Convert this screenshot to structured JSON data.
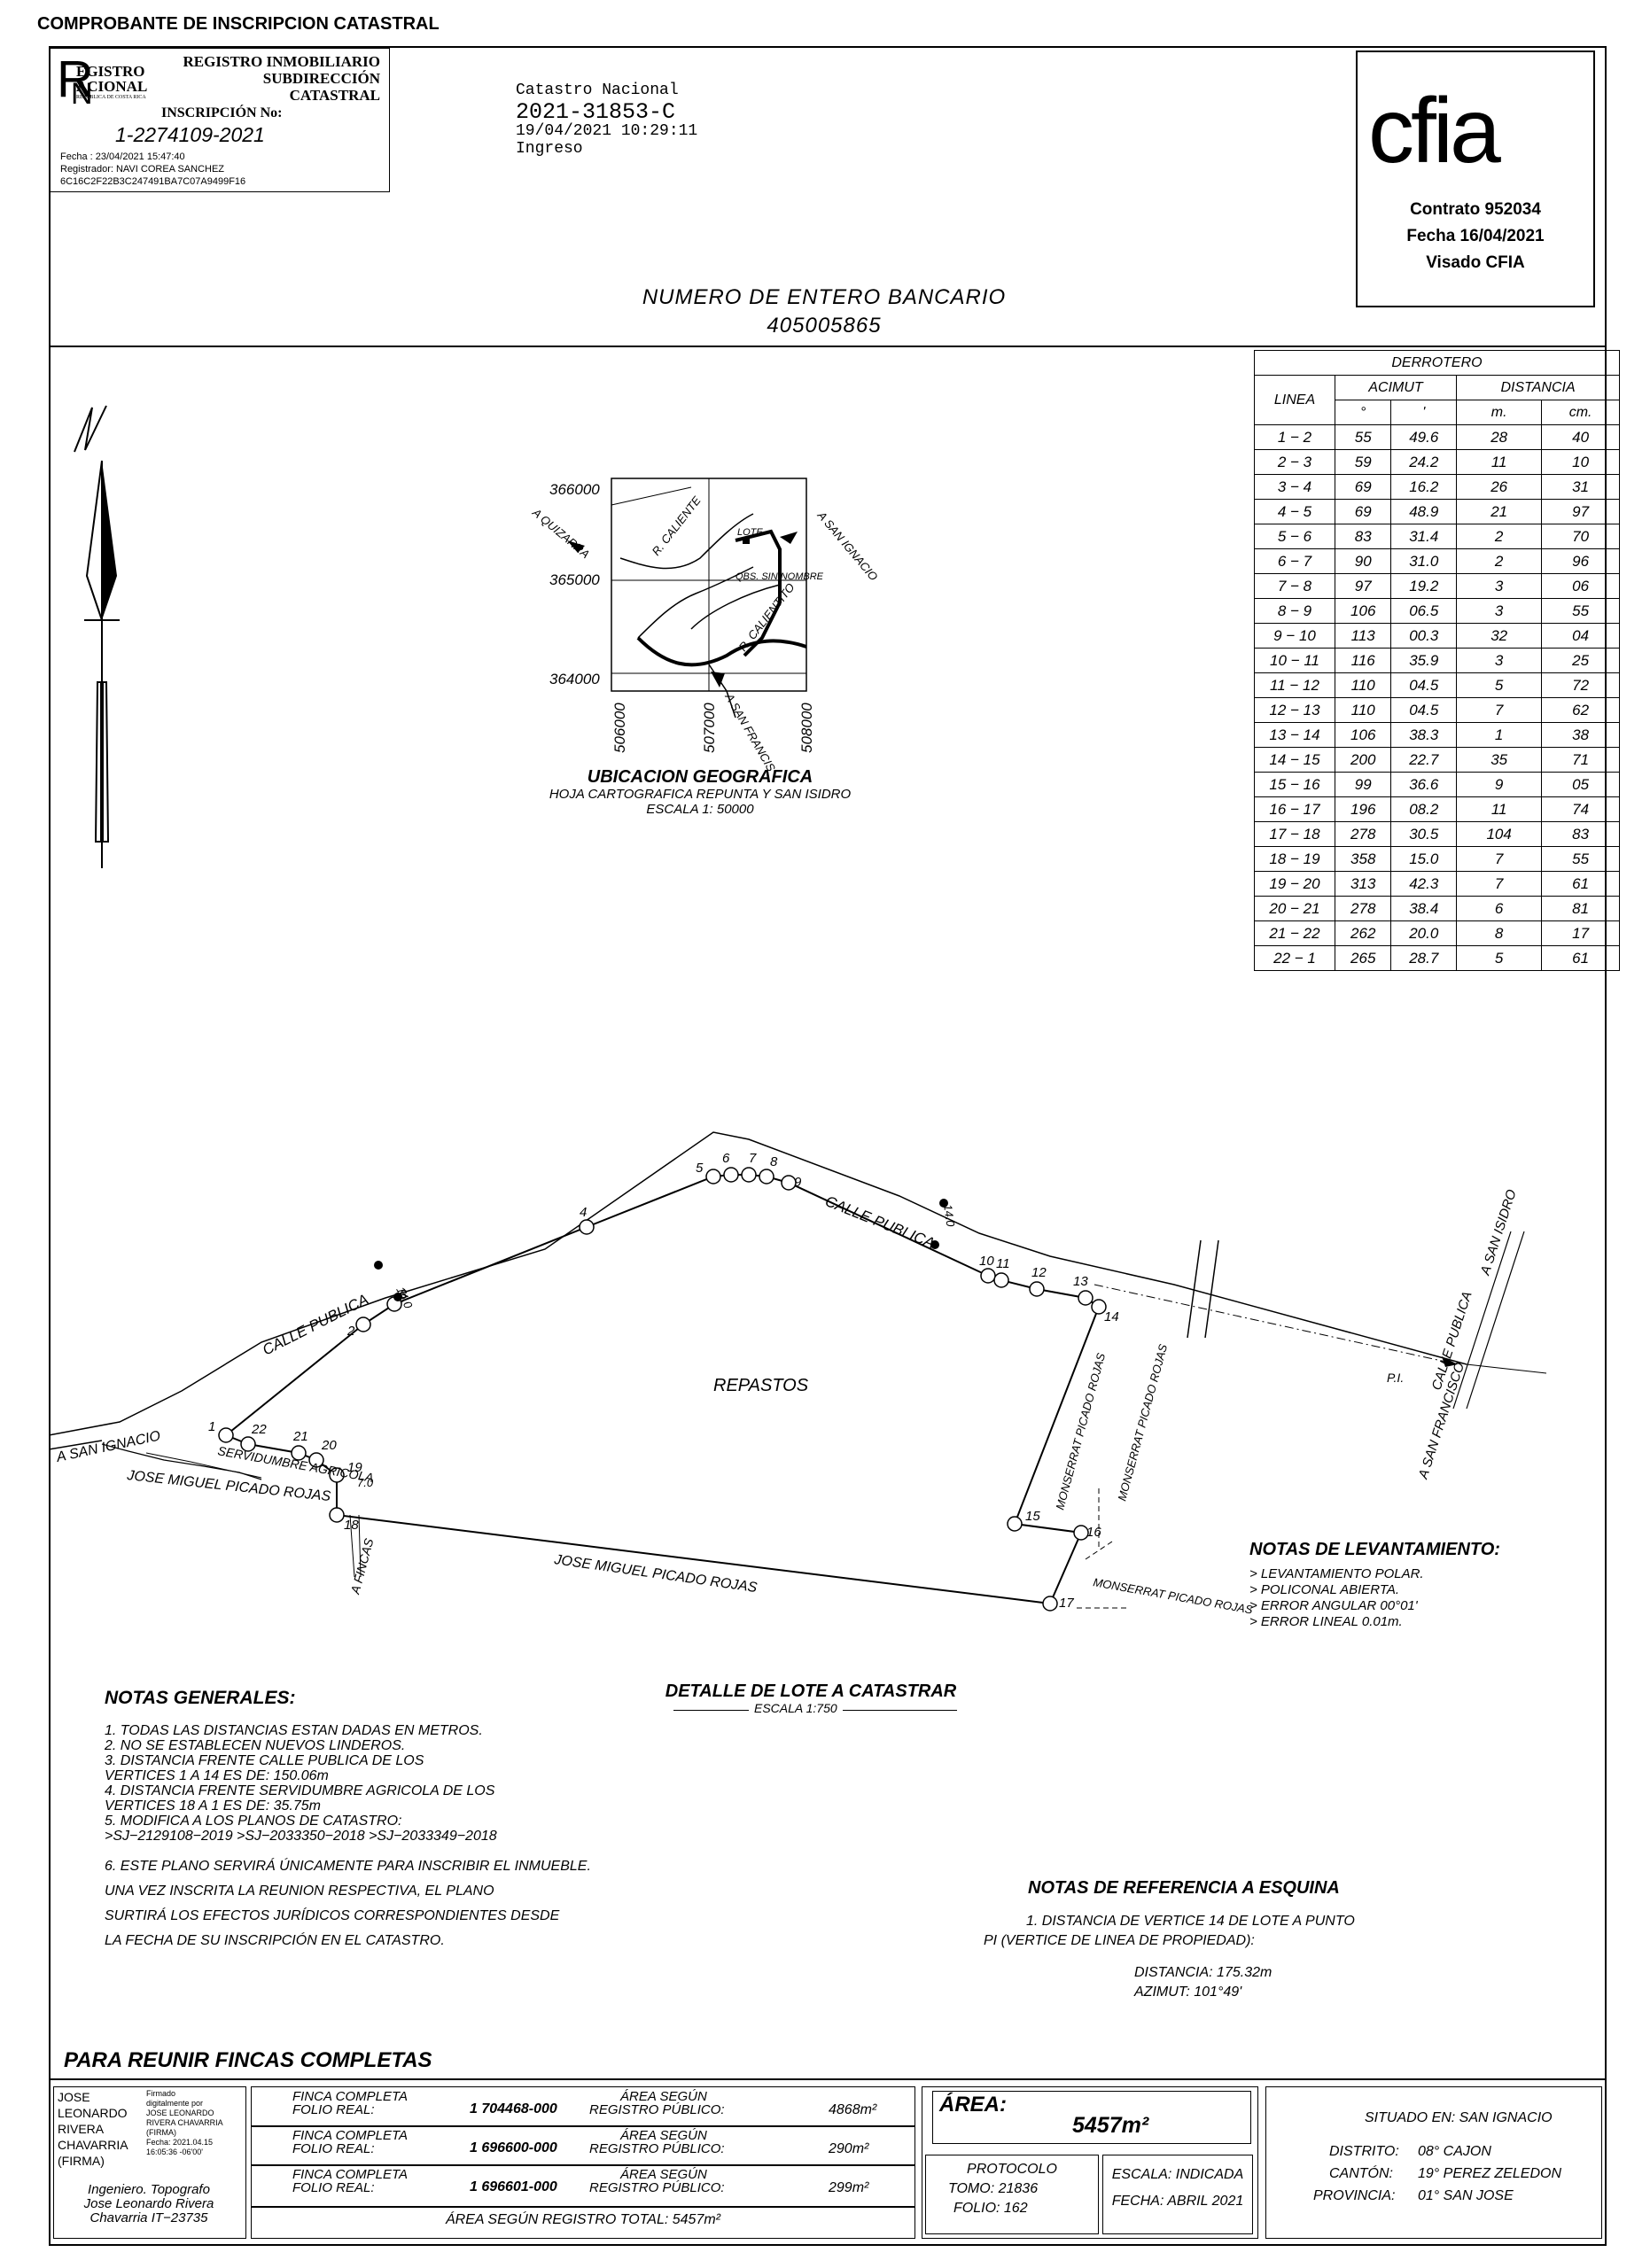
{
  "header": {
    "title": "COMPROBANTE DE INSCRIPCION CATASTRAL"
  },
  "registry_stamp": {
    "logo_lines": [
      "EGISTRO",
      "ACIONAL",
      "REPÚBLICA DE COSTA RICA"
    ],
    "org_line1": "REGISTRO INMOBILIARIO",
    "org_line2": "SUBDIRECCIÓN",
    "org_line3": "CATASTRAL",
    "inscripcion_label": "INSCRIPCIÓN No:",
    "inscripcion_number": "1-2274109-2021",
    "fecha": "Fecha        : 23/04/2021 15:47:40",
    "registrador": "Registrador: NAVI COREA SANCHEZ",
    "hash": "6C16C2F22B3C247491BA7C07A9499F16"
  },
  "catastro": {
    "line1": "Catastro Nacional",
    "number": "2021-31853-C",
    "datetime": "19/04/2021 10:29:11",
    "status": "Ingreso"
  },
  "cfia": {
    "logo_text": "cfia",
    "contrato": "Contrato 952034",
    "fecha": "Fecha 16/04/2021",
    "visado": "Visado CFIA"
  },
  "bank": {
    "label": "NUMERO DE ENTERO BANCARIO",
    "number": "405005865"
  },
  "north_label": "N",
  "location_map": {
    "y_labels": [
      "366000",
      "365000",
      "364000"
    ],
    "x_labels": [
      "506000",
      "507000",
      "508000"
    ],
    "place_labels": {
      "quizarra": "A QUIZARRA",
      "caliente": "R. CALIENTE",
      "san_ignacio": "A SAN IGNACIO",
      "lote": "LOTE",
      "qbs": "QBS. SIN NOMBRE",
      "calientito": "R. CALIENTITO",
      "san_francisco": "A SAN FRANCISCO"
    },
    "title": "UBICACION GEOGRAFICA",
    "sub1": "HOJA CARTOGRAFICA REPUNTA Y SAN ISIDRO",
    "sub2": "ESCALA 1: 50000"
  },
  "derrotero": {
    "title": "DERROTERO",
    "col_linea": "LINEA",
    "col_acimut": "ACIMUT",
    "col_distancia": "DISTANCIA",
    "sub_deg": "°",
    "sub_min": "'",
    "sub_m": "m.",
    "sub_cm": "cm.",
    "rows": [
      [
        "1 − 2",
        "55",
        "49.6",
        "28",
        "40"
      ],
      [
        "2 − 3",
        "59",
        "24.2",
        "11",
        "10"
      ],
      [
        "3 − 4",
        "69",
        "16.2",
        "26",
        "31"
      ],
      [
        "4 − 5",
        "69",
        "48.9",
        "21",
        "97"
      ],
      [
        "5 − 6",
        "83",
        "31.4",
        "2",
        "70"
      ],
      [
        "6 − 7",
        "90",
        "31.0",
        "2",
        "96"
      ],
      [
        "7 − 8",
        "97",
        "19.2",
        "3",
        "06"
      ],
      [
        "8 − 9",
        "106",
        "06.5",
        "3",
        "55"
      ],
      [
        "9 − 10",
        "113",
        "00.3",
        "32",
        "04"
      ],
      [
        "10 − 11",
        "116",
        "35.9",
        "3",
        "25"
      ],
      [
        "11 − 12",
        "110",
        "04.5",
        "5",
        "72"
      ],
      [
        "12 − 13",
        "110",
        "04.5",
        "7",
        "62"
      ],
      [
        "13 − 14",
        "106",
        "38.3",
        "1",
        "38"
      ],
      [
        "14 − 15",
        "200",
        "22.7",
        "35",
        "71"
      ],
      [
        "15 − 16",
        "99",
        "36.6",
        "9",
        "05"
      ],
      [
        "16 − 17",
        "196",
        "08.2",
        "11",
        "74"
      ],
      [
        "17 − 18",
        "278",
        "30.5",
        "104",
        "83"
      ],
      [
        "18 − 19",
        "358",
        "15.0",
        "7",
        "55"
      ],
      [
        "19 − 20",
        "313",
        "42.3",
        "7",
        "61"
      ],
      [
        "20 − 21",
        "278",
        "38.4",
        "6",
        "81"
      ],
      [
        "21 − 22",
        "262",
        "20.0",
        "8",
        "17"
      ],
      [
        "22 − 1",
        "265",
        "28.7",
        "5",
        "61"
      ]
    ]
  },
  "plan": {
    "vertices": [
      "1",
      "2",
      "3",
      "4",
      "5",
      "6",
      "7",
      "8",
      "9",
      "10",
      "11",
      "12",
      "13",
      "14",
      "15",
      "16",
      "17",
      "18",
      "19",
      "20",
      "21",
      "22"
    ],
    "labels": {
      "calle_publica_1": "CALLE PUBLICA",
      "calle_publica_2": "CALLE PUBLICA",
      "calle_publica_3": "CALLE PUBLICA",
      "width_1": "14.0",
      "width_2": "14.0",
      "width_3": "7.0",
      "a_san_ignacio": "A SAN IGNACIO",
      "a_san_isidro": "A SAN ISIDRO",
      "a_san_francisco": "A SAN FRANCISCO",
      "a_fincas": "A FINCAS",
      "repastos": "REPASTOS",
      "servidumbre": "SERVIDUMBRE AGRICOLA",
      "picado_1": "JOSE MIGUEL PICADO ROJAS",
      "picado_2": "JOSE MIGUEL PICADO ROJAS",
      "monserrat_1": "MONSERRAT PICADO ROJAS",
      "monserrat_2": "MONSERRAT PICADO ROJAS",
      "monserrat_3": "MONSERRAT PICADO ROJAS",
      "pi": "P.I."
    },
    "detail_title": "DETALLE DE LOTE A CATASTRAR",
    "detail_scale": "ESCALA 1:750"
  },
  "survey_notes": {
    "title": "NOTAS DE LEVANTAMIENTO:",
    "items": [
      ">  LEVANTAMIENTO POLAR.",
      ">  POLICONAL ABIERTA.",
      ">  ERROR ANGULAR 00°01'",
      ">  ERROR LINEAL 0.01m."
    ]
  },
  "general_notes": {
    "title": "NOTAS GENERALES:",
    "items": [
      "1.  TODAS   LAS DISTANCIAS ESTAN DADAS EN METROS.",
      "2.  NO SE ESTABLECEN NUEVOS LINDEROS.",
      "3.  DISTANCIA FRENTE CALLE PUBLICA DE LOS",
      "      VERTICES 1 A 14 ES DE: 150.06m",
      "4.  DISTANCIA FRENTE SERVIDUMBRE AGRICOLA DE LOS",
      "      VERTICES 18 A 1 ES DE: 35.75m",
      "5.  MODIFICA A LOS PLANOS DE CATASTRO:",
      "      >SJ−2129108−2019  >SJ−2033350−2018  >SJ−2033349−2018",
      "6.  ESTE PLANO SERVIRÁ ÚNICAMENTE PARA INSCRIBIR EL INMUEBLE.",
      "      UNA VEZ INSCRITA LA REUNION RESPECTIVA, EL PLANO",
      "      SURTIRÁ LOS EFECTOS JURÍDICOS CORRESPONDIENTES DESDE",
      "      LA FECHA DE SU INSCRIPCIÓN EN EL CATASTRO."
    ]
  },
  "reference_notes": {
    "title": "NOTAS DE REFERENCIA A ESQUINA",
    "line1": "1.  DISTANCIA DE VERTICE 14 DE LOTE A PUNTO",
    "line2": "PI (VERTICE DE LINEA DE PROPIEDAD):",
    "distancia": "DISTANCIA:  175.32m",
    "azimut": "AZIMUT:  101°49'"
  },
  "footer": {
    "reunir_title": "PARA REUNIR FINCAS COMPLETAS",
    "surveyor": {
      "name_lines": [
        "JOSE",
        "LEONARDO",
        "RIVERA",
        "CHAVARRIA",
        "(FIRMA)"
      ],
      "sig_lines": [
        "Firmado",
        "digitalmente por",
        "JOSE LEONARDO",
        "RIVERA CHAVARRIA",
        "(FIRMA)",
        "Fecha: 2021.04.15",
        "16:05:36 -06'00'"
      ],
      "title": "Ingeniero. Topografo",
      "name": "Jose Leonardo Rivera",
      "license": "Chavarria  IT−23735"
    },
    "fincas": [
      {
        "label1": "FINCA COMPLETA",
        "label2": "FOLIO REAL:",
        "folio": "1 704468-000",
        "area_label1": "ÁREA SEGÚN",
        "area_label2": "REGISTRO PÚBLICO:",
        "area": "4868m²"
      },
      {
        "label1": "FINCA COMPLETA",
        "label2": "FOLIO REAL:",
        "folio": "1 696600-000",
        "area_label1": "ÁREA SEGÚN",
        "area_label2": "REGISTRO PÚBLICO:",
        "area": "290m²"
      },
      {
        "label1": "FINCA COMPLETA",
        "label2": "FOLIO REAL:",
        "folio": "1 696601-000",
        "area_label1": "ÁREA SEGÚN",
        "area_label2": "REGISTRO PÚBLICO:",
        "area": "299m²"
      }
    ],
    "area_total": "ÁREA SEGÚN REGISTRO TOTAL: 5457m²",
    "area_label": "ÁREA:",
    "area_value": "5457m²",
    "protocolo": "PROTOCOLO",
    "tomo": "TOMO:   21836",
    "folio": "FOLIO:   162",
    "escala": "ESCALA: INDICADA",
    "fecha": "FECHA: ABRIL 2021",
    "situado": "SITUADO EN: SAN IGNACIO",
    "distrito_label": "DISTRITO:",
    "distrito": "08° CAJON",
    "canton_label": "CANTÓN:",
    "canton": "19° PEREZ ZELEDON",
    "provincia_label": "PROVINCIA:",
    "provincia": "01° SAN JOSE"
  }
}
